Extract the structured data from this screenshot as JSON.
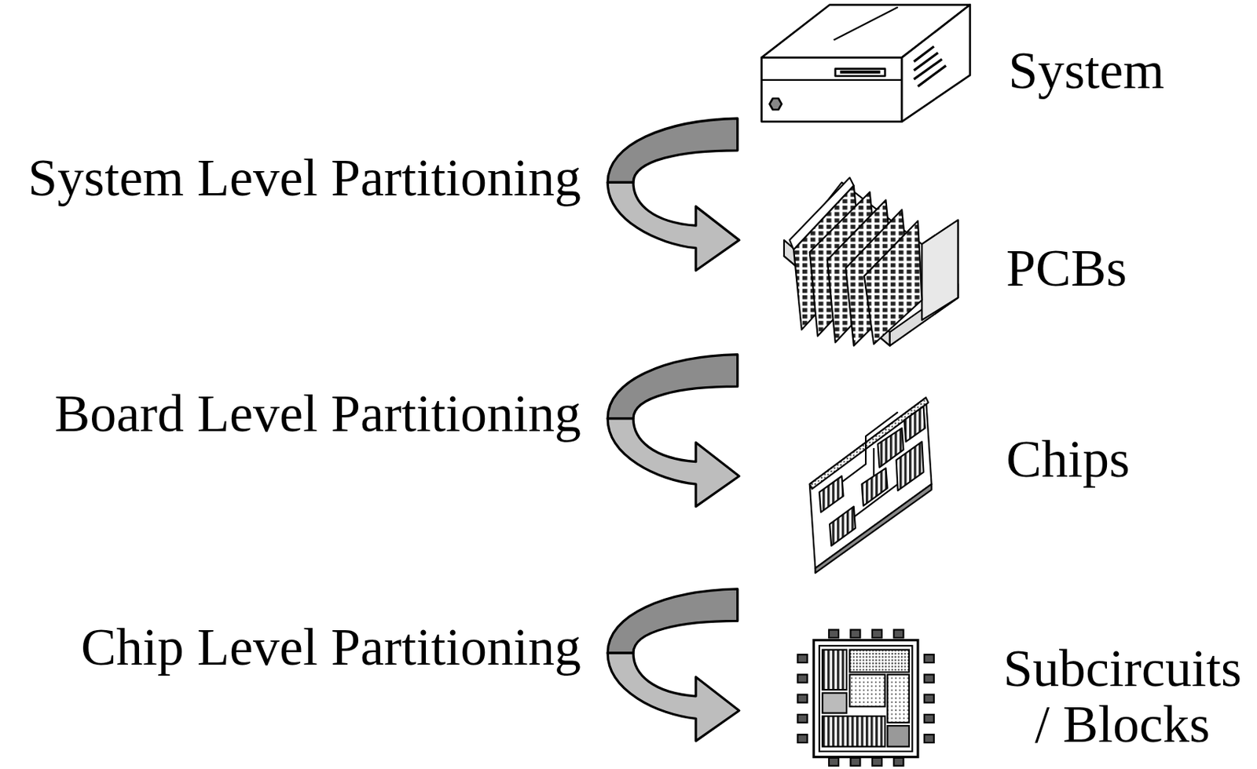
{
  "diagram": {
    "labels": [
      "System",
      "System Level Partitioning",
      "PCBs",
      "Board Level Partitioning",
      "Chips",
      "Chip Level Partitioning",
      "Subcircuits / Blocks"
    ]
  }
}
